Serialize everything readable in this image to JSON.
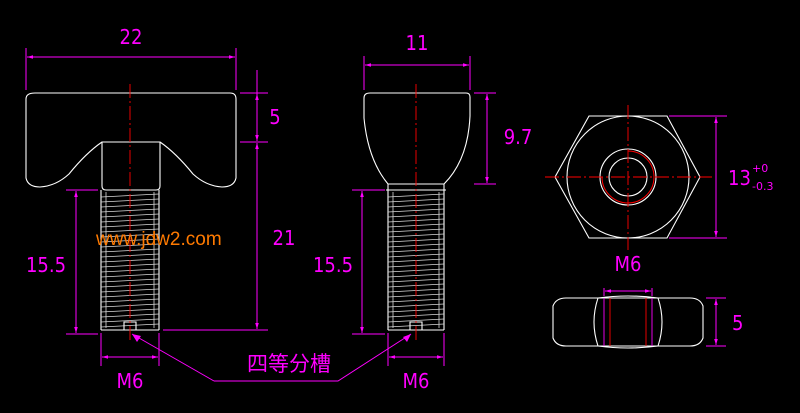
{
  "dimensions": {
    "head_width": "22",
    "head_thickness": "5",
    "total_length": "21",
    "thread_length_left": "15.5",
    "thread_size_left": "M6",
    "side_head_width": "11",
    "side_head_height": "9.7",
    "thread_length_mid": "15.5",
    "thread_size_mid": "M6",
    "nut_across_flats": "13",
    "nut_tol_upper": "+0",
    "nut_tol_lower": "-0.3",
    "nut_thread": "M6",
    "nut_thickness": "5"
  },
  "note_slots": "四等分槽",
  "watermark": "www.jdw2.com",
  "colors": {
    "background": "#000000",
    "outline": "#ffffff",
    "dimension": "#ff00ff",
    "centerline": "#ff0000",
    "watermark": "#ff7a00"
  }
}
